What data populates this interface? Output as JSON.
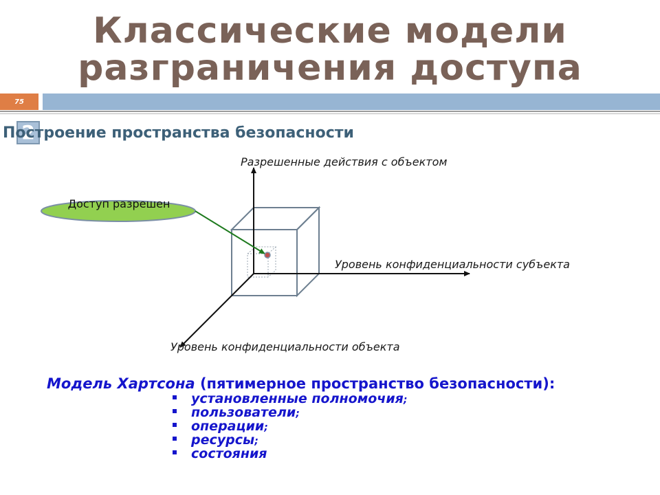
{
  "title": {
    "line1": "Классические модели",
    "line2": "разграничения доступа"
  },
  "slide_number": "75",
  "subtitle": {
    "icon_text": "2",
    "text": "Построение пространства безопасности"
  },
  "diagram": {
    "axis_up_label": "Разрешенные действия с объектом",
    "axis_right_label": "Уровень конфиденциальности субъекта",
    "axis_diag_label": "Уровень конфиденциальности объекта",
    "ellipse_label": "Доступ разрешен",
    "colors": {
      "ellipse_fill": "#92d050",
      "ellipse_stroke": "#7b8fa6",
      "pointer": "#1e7a1e",
      "cube": "#6d7f90",
      "point": "#c0504d"
    }
  },
  "model": {
    "name": "Модель Хартсона",
    "description": "(пятимерное пространство безопасности):",
    "items": [
      {
        "text": "установленные полномочия",
        "suffix": ";"
      },
      {
        "text": "пользователи",
        "suffix": ";"
      },
      {
        "text": "операции",
        "suffix": ";"
      },
      {
        "text": "ресурсы",
        "suffix": ";"
      },
      {
        "text": "состояния",
        "suffix": ""
      }
    ]
  }
}
